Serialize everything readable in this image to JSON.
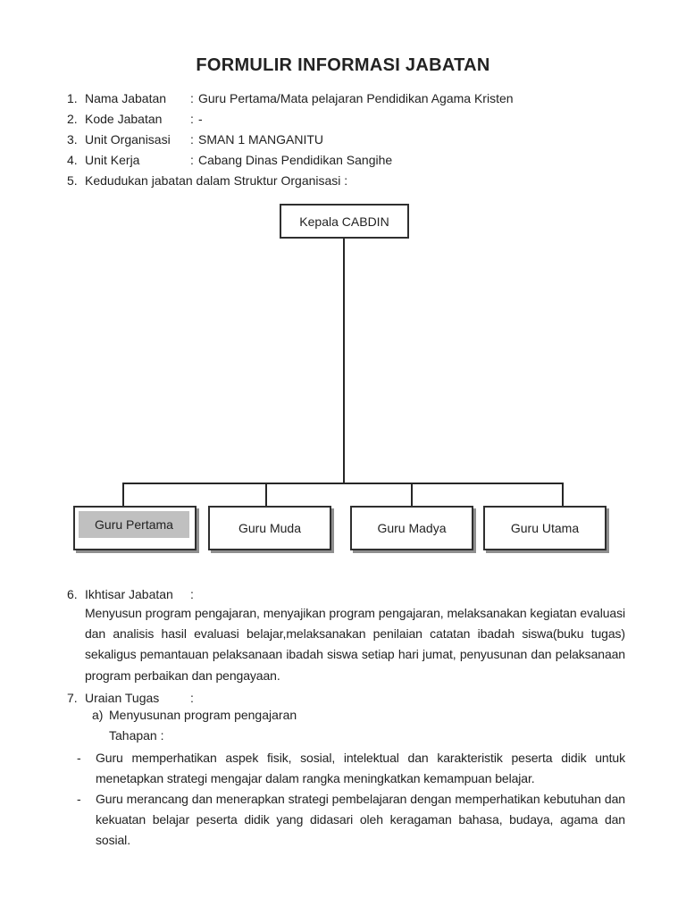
{
  "title": "FORMULIR INFORMASI JABATAN",
  "form_items": [
    {
      "no": "1.",
      "label": "Nama Jabatan",
      "colon": ":",
      "value": "Guru Pertama/Mata pelajaran Pendidikan Agama Kristen"
    },
    {
      "no": "2.",
      "label": "Kode Jabatan",
      "colon": ":",
      "value": "-"
    },
    {
      "no": "3.",
      "label": "Unit Organisasi",
      "colon": ":",
      "value": "SMAN 1 MANGANITU"
    },
    {
      "no": "4.",
      "label": "Unit Kerja",
      "colon": ":",
      "value": "Cabang Dinas Pendidikan Sangihe"
    },
    {
      "no": "5.",
      "label": "Kedudukan jabatan dalam Struktur Organisasi :"
    }
  ],
  "org_chart": {
    "root_label": "Kepala CABDIN",
    "children": [
      "Guru Pertama",
      "Guru Muda",
      "Guru Madya",
      "Guru Utama"
    ],
    "highlighted_child": "Guru Pertama",
    "highlight_color": "#c0c0c0"
  },
  "ikhtisar": {
    "no": "6.",
    "label": "Ikhtisar Jabatan",
    "colon": ":",
    "paragraph": "Menyusun program pengajaran, menyajikan program pengajaran, melaksanakan kegiatan evaluasi dan analisis hasil evaluasi belajar,melaksanakan penilaian catatan ibadah siswa(buku tugas)  sekaligus pemantauan pelaksanaan ibadah siswa setiap hari jumat, penyusunan dan pelaksanaan program perbaikan dan pengayaan."
  },
  "uraian": {
    "no": "7.",
    "label": "Uraian Tugas",
    "colon": ":",
    "item_a_marker": "a)",
    "item_a_text": "Menyusunan program pengajaran",
    "tahapan_label": "Tahapan :",
    "bullet_marker": "-",
    "bullets": [
      "Guru memperhatikan aspek fisik, sosial, intelektual dan karakteristik peserta didik untuk menetapkan strategi mengajar dalam rangka meningkatkan kemampuan belajar.",
      "Guru merancang dan menerapkan strategi pembelajaran dengan memperhatikan kebutuhan dan kekuatan belajar peserta didik yang didasari oleh keragaman bahasa, budaya, agama dan sosial."
    ]
  }
}
